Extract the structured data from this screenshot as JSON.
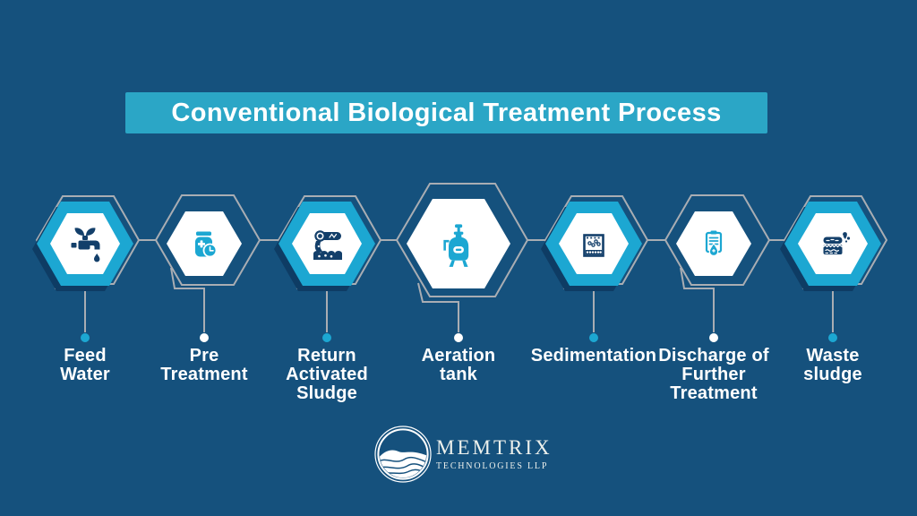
{
  "colors": {
    "background": "#15517D",
    "banner": "#2BA6C6",
    "hex_cyan": "#1CA7D2",
    "icon_navy": "#133F6A",
    "shadow_navy": "#0E3C64",
    "connector_gray": "#A9ADB3",
    "label_text": "#FFFFFF",
    "logo_text": "#ECF0EC"
  },
  "title": {
    "text": "Conventional Biological Treatment Process"
  },
  "steps": [
    {
      "label": "Feed\nWater",
      "icon": "feed-water-icon",
      "hex_style": "cyan-border",
      "dot": "cyan"
    },
    {
      "label": "Pre\nTreatment",
      "icon": "pre-treatment-jar-icon",
      "hex_style": "white",
      "dot": "white"
    },
    {
      "label": "Return\nActivated\nSludge",
      "icon": "return-activated-sludge-icon",
      "hex_style": "cyan-border",
      "dot": "cyan"
    },
    {
      "label": "Aeration\ntank",
      "icon": "aeration-tank-icon",
      "hex_style": "white-large",
      "dot": "white"
    },
    {
      "label": "Sedimentation",
      "icon": "sedimentation-tank-icon",
      "hex_style": "cyan-border",
      "dot": "cyan"
    },
    {
      "label": "Discharge of\nFurther\nTreatment",
      "icon": "discharge-clipboard-drop-icon",
      "hex_style": "white",
      "dot": "white"
    },
    {
      "label": "Waste\nsludge",
      "icon": "waste-sludge-icon",
      "hex_style": "cyan-border",
      "dot": "cyan"
    }
  ],
  "logo": {
    "name": "MEMTRIX",
    "subtitle": "TECHNOLOGIES LLP"
  }
}
